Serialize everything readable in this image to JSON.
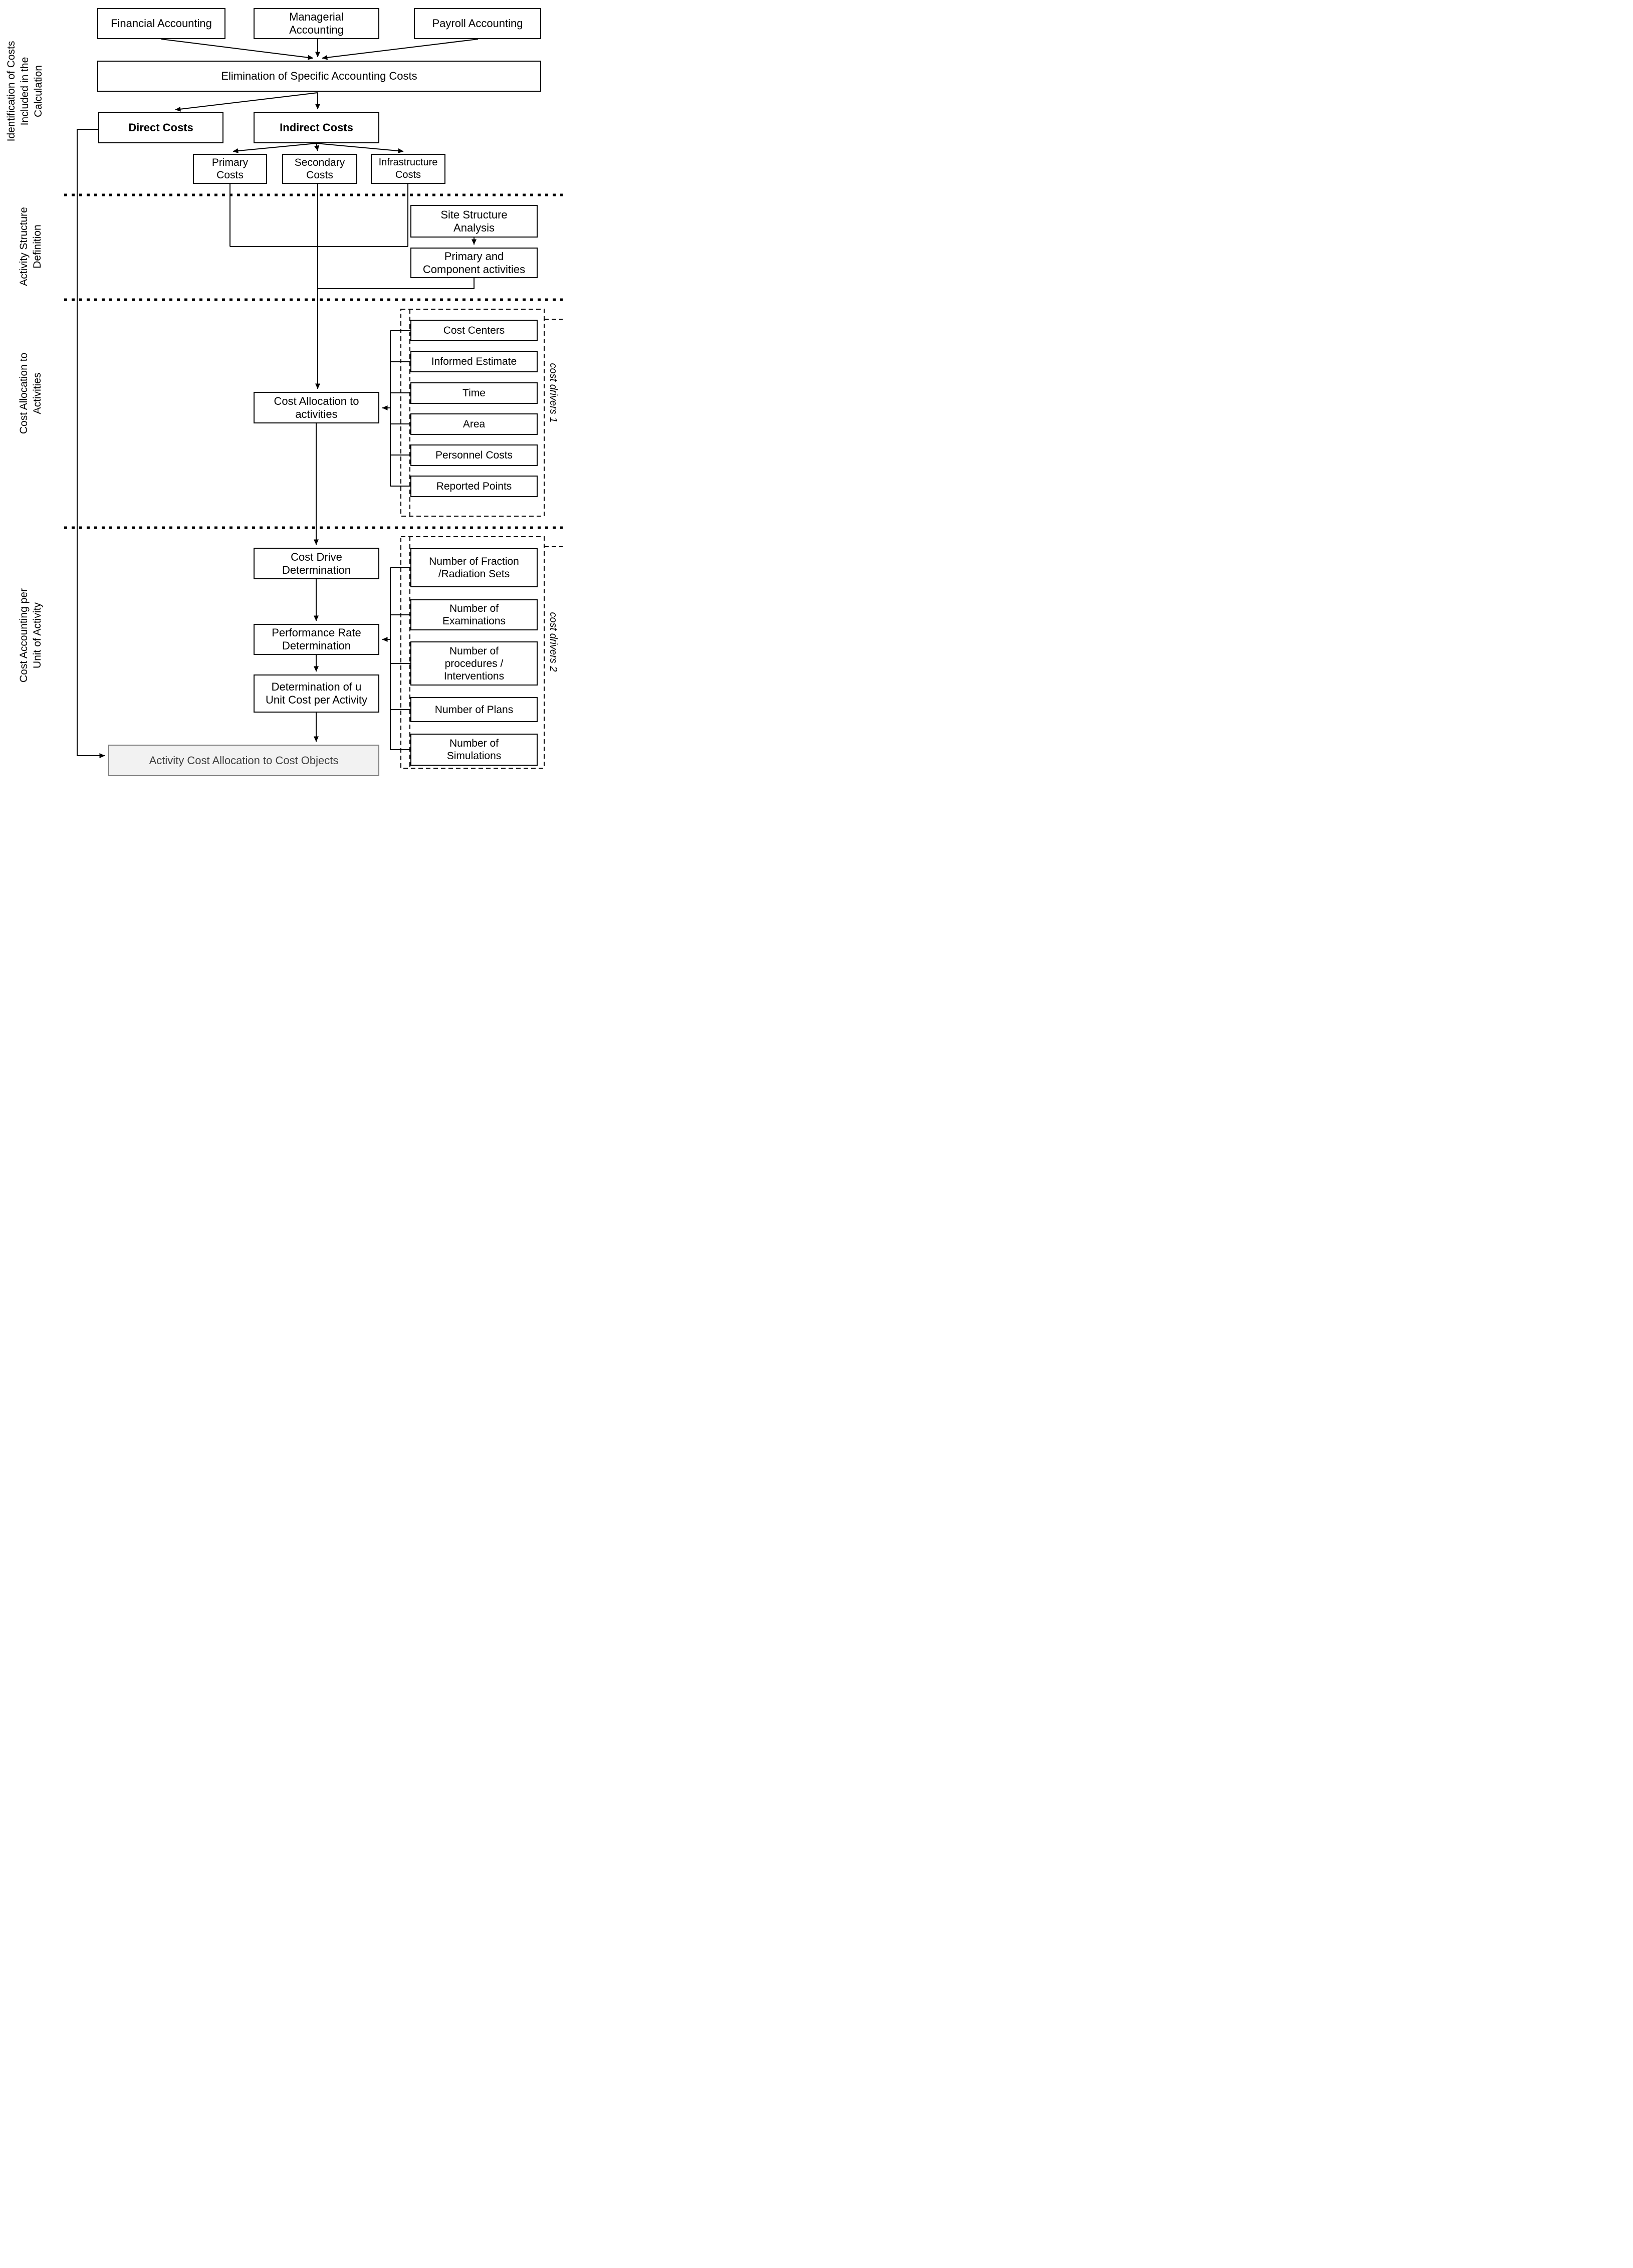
{
  "title": "Activity-based costing flowchart",
  "colors": {
    "line": "#000000",
    "box_bg": "#ffffff",
    "final_bg": "#f2f2f2",
    "final_border": "#808080",
    "final_text": "#3f3f3f"
  },
  "sections": [
    {
      "label": "Identification of Costs\nIncluded in the\nCalculation"
    },
    {
      "label": "Activity Structure\nDefinition"
    },
    {
      "label": "Cost Allocation to\nActivities"
    },
    {
      "label": "Cost Accounting per\nUnit of Activity"
    }
  ],
  "boxes": {
    "financial": "Financial Accounting",
    "managerial": "Managerial\nAccounting",
    "payroll": "Payroll Accounting",
    "elimination": "Elimination of Specific Accounting Costs",
    "direct": "Direct Costs",
    "indirect": "Indirect Costs",
    "primary": "Primary\nCosts",
    "secondary": "Secondary\nCosts",
    "infrastructure": "Infrastructure\nCosts",
    "site_structure": "Site Structure\nAnalysis",
    "primary_component": "Primary and\nComponent activities",
    "cost_allocation": "Cost Allocation to\nactivities",
    "cost_drive": "Cost Drive\nDetermination",
    "performance_rate": "Performance Rate\nDetermination",
    "unit_cost": "Determination of u\nUnit Cost per Activity",
    "final": "Activity Cost Allocation to Cost Objects"
  },
  "driver_groups": [
    {
      "label": "cost drivers 1",
      "items": [
        "Cost Centers",
        "Informed Estimate",
        "Time",
        "Area",
        "Personnel Costs",
        "Reported Points"
      ]
    },
    {
      "label": "cost drivers 2",
      "items": [
        "Number of Fraction\n/Radiation Sets",
        "Number of\nExaminations",
        "Number of\nprocedures /\nInterventions",
        "Number of Plans",
        "Number of\nSimulations"
      ]
    }
  ]
}
